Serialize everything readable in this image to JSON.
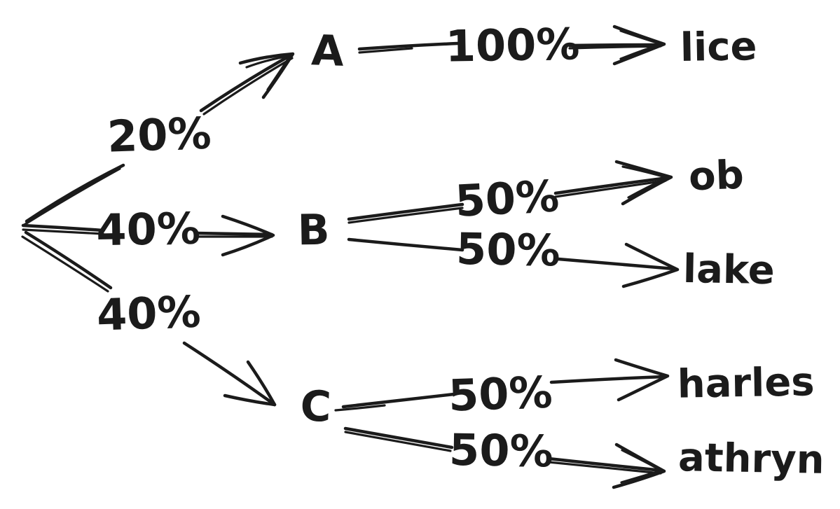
{
  "diagram": {
    "type": "probability-tree",
    "ink_color": "#1b1b1b",
    "background_color": "#ffffff",
    "root_branches": [
      {
        "probability": "20%",
        "node": "A"
      },
      {
        "probability": "40%",
        "node": "B"
      },
      {
        "probability": "40%",
        "node": "C"
      }
    ],
    "outcome_branches": [
      {
        "from": "A",
        "probability": "100%",
        "outcome": "lice"
      },
      {
        "from": "B",
        "probability": "50%",
        "outcome": "ob"
      },
      {
        "from": "B",
        "probability": "50%",
        "outcome": "lake"
      },
      {
        "from": "C",
        "probability": "50%",
        "outcome": "harles"
      },
      {
        "from": "C",
        "probability": "50%",
        "outcome": "athryn"
      }
    ]
  }
}
